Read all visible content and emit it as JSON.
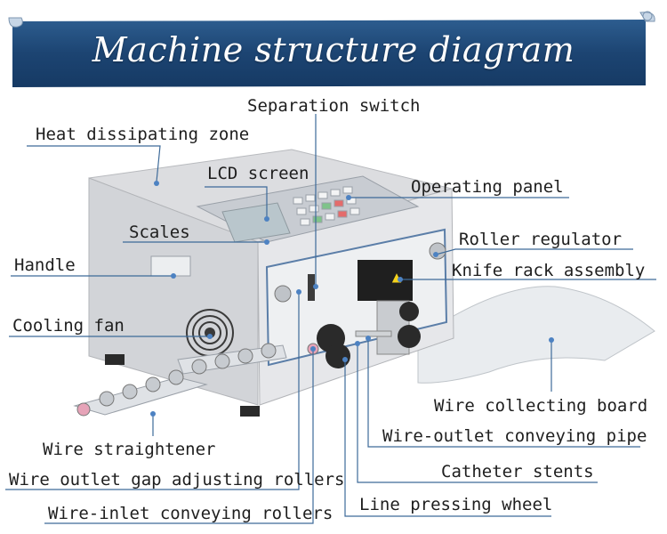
{
  "title": "Machine structure diagram",
  "colors": {
    "banner": "#1f4a78",
    "leader": "#3d6a99",
    "dot": "#4d82c2"
  },
  "labels": {
    "separation_switch": "Separation switch",
    "heat_zone": "Heat dissipating zone",
    "lcd_screen": "LCD screen",
    "operating_panel": "Operating panel",
    "scales": "Scales",
    "roller_regulator": "Roller regulator",
    "handle": "Handle",
    "knife_rack": "Knife rack assembly",
    "cooling_fan": "Cooling fan",
    "wire_collecting_board": "Wire collecting board",
    "wire_straightener": "Wire straightener",
    "wire_outlet_pipe": "Wire-outlet conveying pipe",
    "catheter_stents": "Catheter stents",
    "outlet_gap_rollers": "Wire outlet gap adjusting rollers",
    "line_pressing_wheel": "Line pressing wheel",
    "inlet_rollers": "Wire-inlet conveying rollers"
  }
}
